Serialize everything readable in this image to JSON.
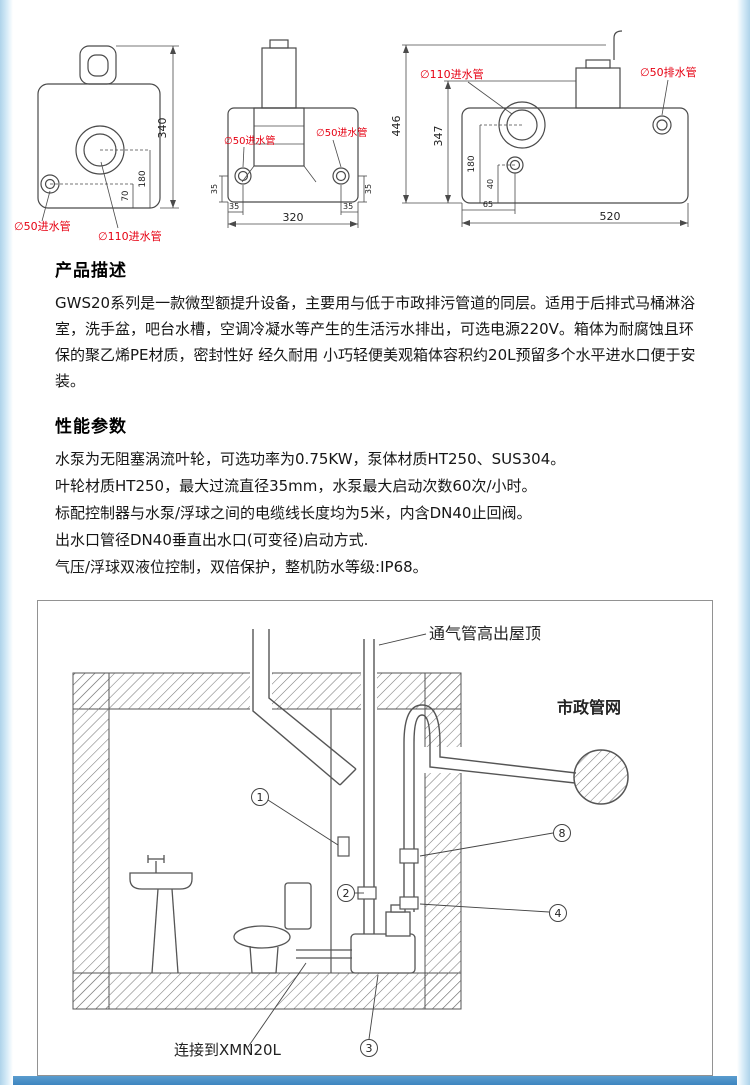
{
  "meta": {
    "accent_red": "#e60012",
    "band_blue": "#3d85c0",
    "edge_blue": "#aed3ea"
  },
  "tech": {
    "view1": {
      "dim_total_height": "340",
      "dim_inlet110_height": "180",
      "dim_inlet50_height": "70",
      "label_inlet50": "∅50进水管",
      "label_inlet110": "∅110进水管"
    },
    "view2": {
      "label_inlet50_left": "∅50进水管",
      "label_inlet50_right": "∅50进水管",
      "dim_side_left": "35",
      "dim_side_right": "35",
      "dim_bottom_left": "35",
      "dim_bottom_right": "35",
      "dim_width": "320"
    },
    "view3": {
      "dim_total_height": "446",
      "dim_pump_height": "347",
      "dim_inlet110_height": "180",
      "dim_inlet50_height": "40",
      "dim_offset": "65",
      "dim_length": "520",
      "label_inlet110": "∅110进水管",
      "label_outlet50": "∅50排水管"
    }
  },
  "description": {
    "heading": "产品描述",
    "body": "GWS20系列是一款微型额提升设备，主要用与低于市政排污管道的同层。适用于后排式马桶淋浴室，洗手盆，吧台水槽，空调冷凝水等产生的生活污水排出，可选电源220V。箱体为耐腐蚀且环保的聚乙烯PE材质，密封性好 经久耐用 小巧轻便美观箱体容积约20L预留多个水平进水口便于安装。"
  },
  "performance": {
    "heading": "性能参数",
    "lines": [
      "水泵为无阻塞涡流叶轮，可选功率为0.75KW，泵体材质HT250、SUS304。",
      "叶轮材质HT250，最大过流直径35mm，水泵最大启动次数60次/小时。",
      "标配控制器与水泵/浮球之间的电缆线长度均为5米，内含DN40止回阀。",
      "出水口管径DN40垂直出水口(可变径)启动方式.",
      "气压/浮球双液位控制，双倍保护，整机防水等级:IP68。"
    ]
  },
  "installation": {
    "vent_label": "通气管高出屋顶",
    "municipal_label": "市政管网",
    "connect_label": "连接到XMN20L",
    "callouts": {
      "c1": "1",
      "c2": "2",
      "c3": "3",
      "c4": "4",
      "c8": "8"
    }
  }
}
